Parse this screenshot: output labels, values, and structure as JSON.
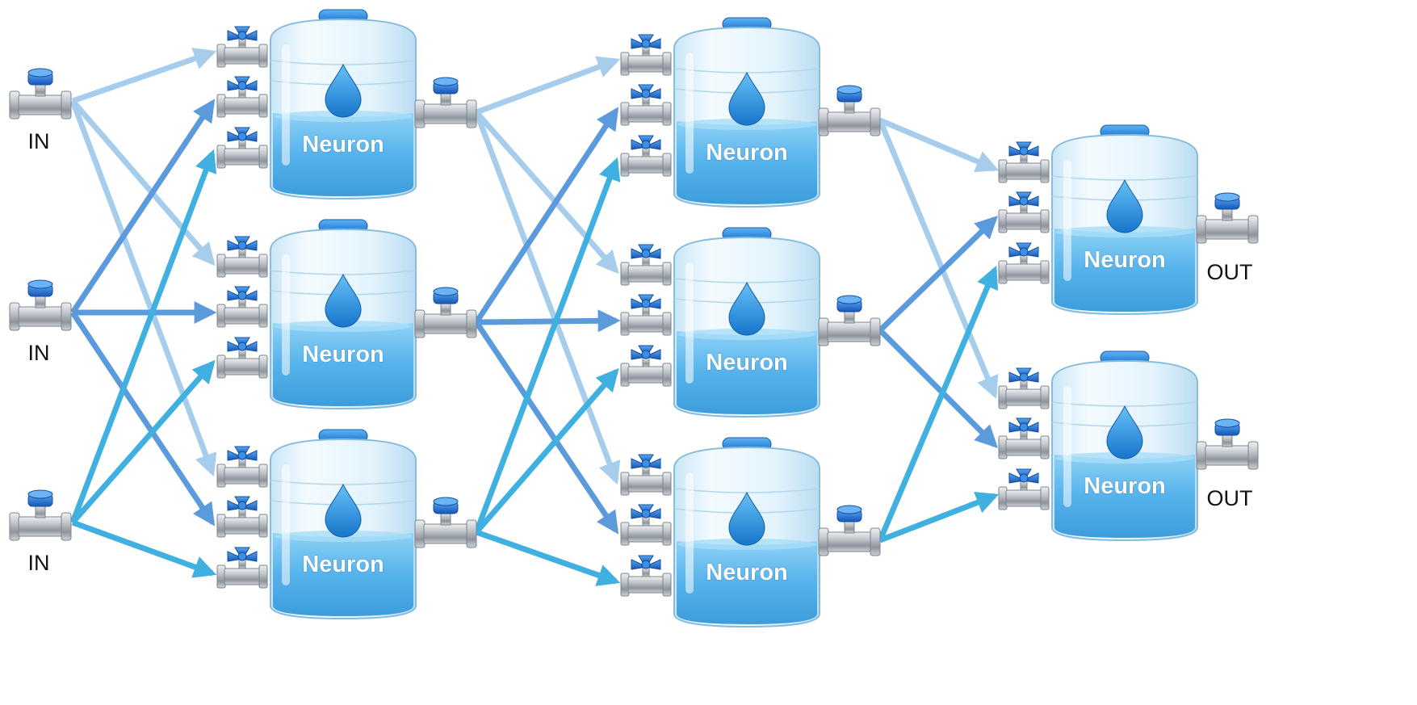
{
  "colors": {
    "arrow_light": "#a7cdec",
    "arrow_mid": "#5b9bdc",
    "arrow_cyan": "#3fb0e0",
    "valve_handle": "#1f6fd0",
    "pipe_metal": "#a4a9b0",
    "water": "#5cb8ec",
    "glass": "#dff1fb",
    "lid": "#2a8be0"
  },
  "icons": {
    "drop": "water-drop-icon",
    "valve": "valve-icon",
    "tank": "water-tank-icon"
  },
  "labels": {
    "input": "IN",
    "output": "OUT",
    "neuron": "Neuron"
  },
  "network": {
    "layer_sizes": [
      3,
      3,
      3,
      2
    ],
    "inputs": [
      {
        "label": "IN"
      },
      {
        "label": "IN"
      },
      {
        "label": "IN"
      }
    ],
    "hidden_layer_1": [
      {
        "label": "Neuron"
      },
      {
        "label": "Neuron"
      },
      {
        "label": "Neuron"
      }
    ],
    "hidden_layer_2": [
      {
        "label": "Neuron"
      },
      {
        "label": "Neuron"
      },
      {
        "label": "Neuron"
      }
    ],
    "output_layer": [
      {
        "label": "Neuron"
      },
      {
        "label": "Neuron"
      }
    ],
    "outputs": [
      {
        "label": "OUT"
      },
      {
        "label": "OUT"
      }
    ],
    "fully_connected": true
  }
}
